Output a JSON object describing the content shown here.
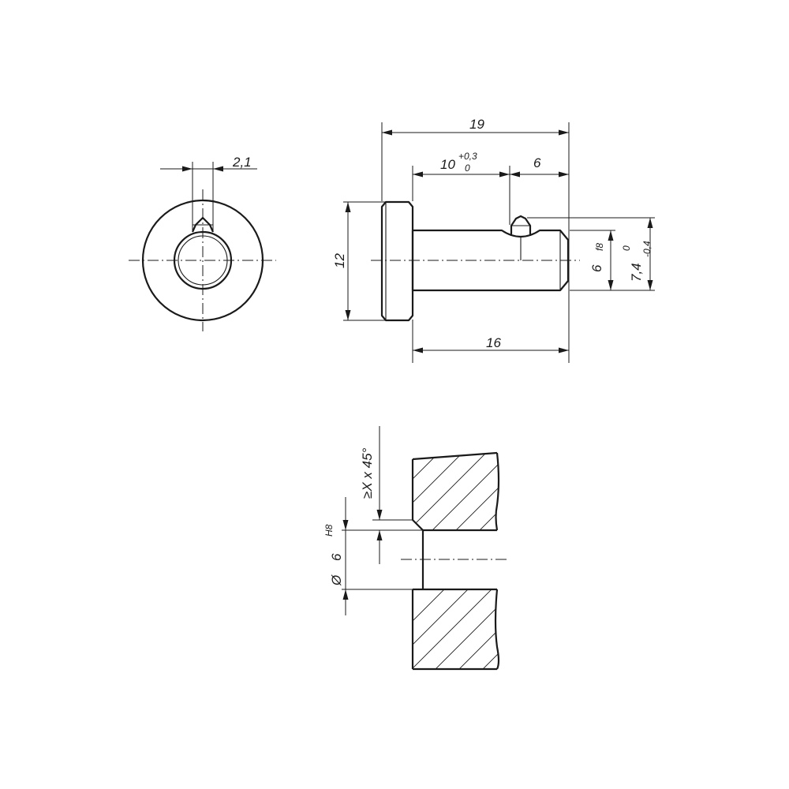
{
  "colors": {
    "line": "#1a1a1a",
    "steel_fill": "#d9d9d9",
    "background": "#ffffff"
  },
  "end_view": {
    "dim_flat": "2,1"
  },
  "side_view": {
    "dim_total_length": "19",
    "dim_groove_pos_main": "10",
    "dim_groove_pos_tol_upper": "+0,3",
    "dim_groove_pos_tol_lower": "0",
    "dim_groove_to_end": "6",
    "dim_head_dia": "12",
    "dim_shank_dia_main": "6",
    "dim_shank_dia_tol": "f8",
    "dim_groove_dia_main": "7,4",
    "dim_groove_dia_tol_upper": "0",
    "dim_groove_dia_tol_lower": "-0,4",
    "dim_shank_length": "16"
  },
  "bore_section": {
    "dim_chamfer": "≥X x 45°",
    "dim_bore_prefix": "Ø",
    "dim_bore_main": "6",
    "dim_bore_tol": "H8"
  }
}
